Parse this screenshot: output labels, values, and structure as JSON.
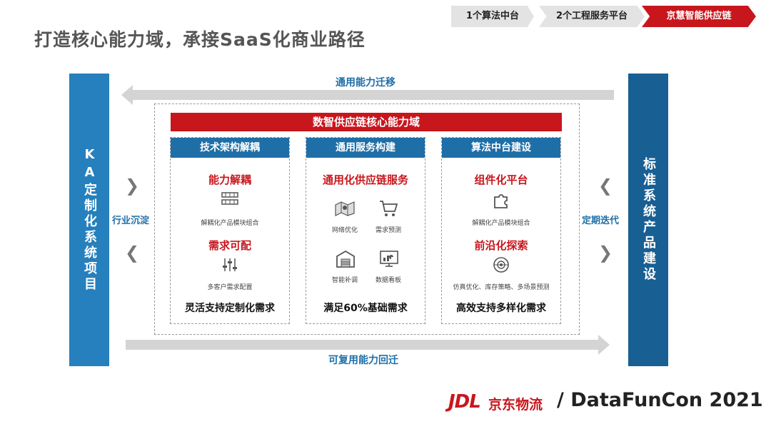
{
  "breadcrumb": {
    "step1": "1个算法中台",
    "step2": "2个工程服务平台",
    "step3": "京慧智能供应链"
  },
  "title": "打造核心能力域，承接SaaS化商业路径",
  "left_pillar": "KA定制化系统项目",
  "right_pillar": "标准系统产品建设",
  "top_flow": "通用能力迁移",
  "bottom_flow": "可复用能力回迁",
  "left_side_label": "行业沉淀",
  "right_side_label": "定期迭代",
  "banner": "数智供应链核心能力域",
  "panels": [
    {
      "head": "技术架构解耦",
      "item1_title": "能力解耦",
      "item1_desc": "解耦化产品模块组合",
      "item2_title": "需求可配",
      "item2_desc": "多客户需求配置",
      "foot": "灵活支持定制化需求"
    },
    {
      "head": "通用服务构建",
      "title": "通用化供应链服务",
      "cells": [
        "网络优化",
        "需求预测",
        "智能补调",
        "数据看板"
      ],
      "foot": "满足60%基础需求"
    },
    {
      "head": "算法中台建设",
      "item1_title": "组件化平台",
      "item1_desc": "解耦化产品模块组合",
      "item2_title": "前沿化探索",
      "item2_desc": "仿真优化、库存策略、多场景预测",
      "foot": "高效支持多样化需求"
    }
  ],
  "logo": {
    "jdl": "JDL",
    "jdl_cn": "京东物流",
    "conference": "/ DataFunCon 2021"
  },
  "colors": {
    "accent_red": "#c8161d",
    "accent_blue": "#1e6fa8"
  }
}
